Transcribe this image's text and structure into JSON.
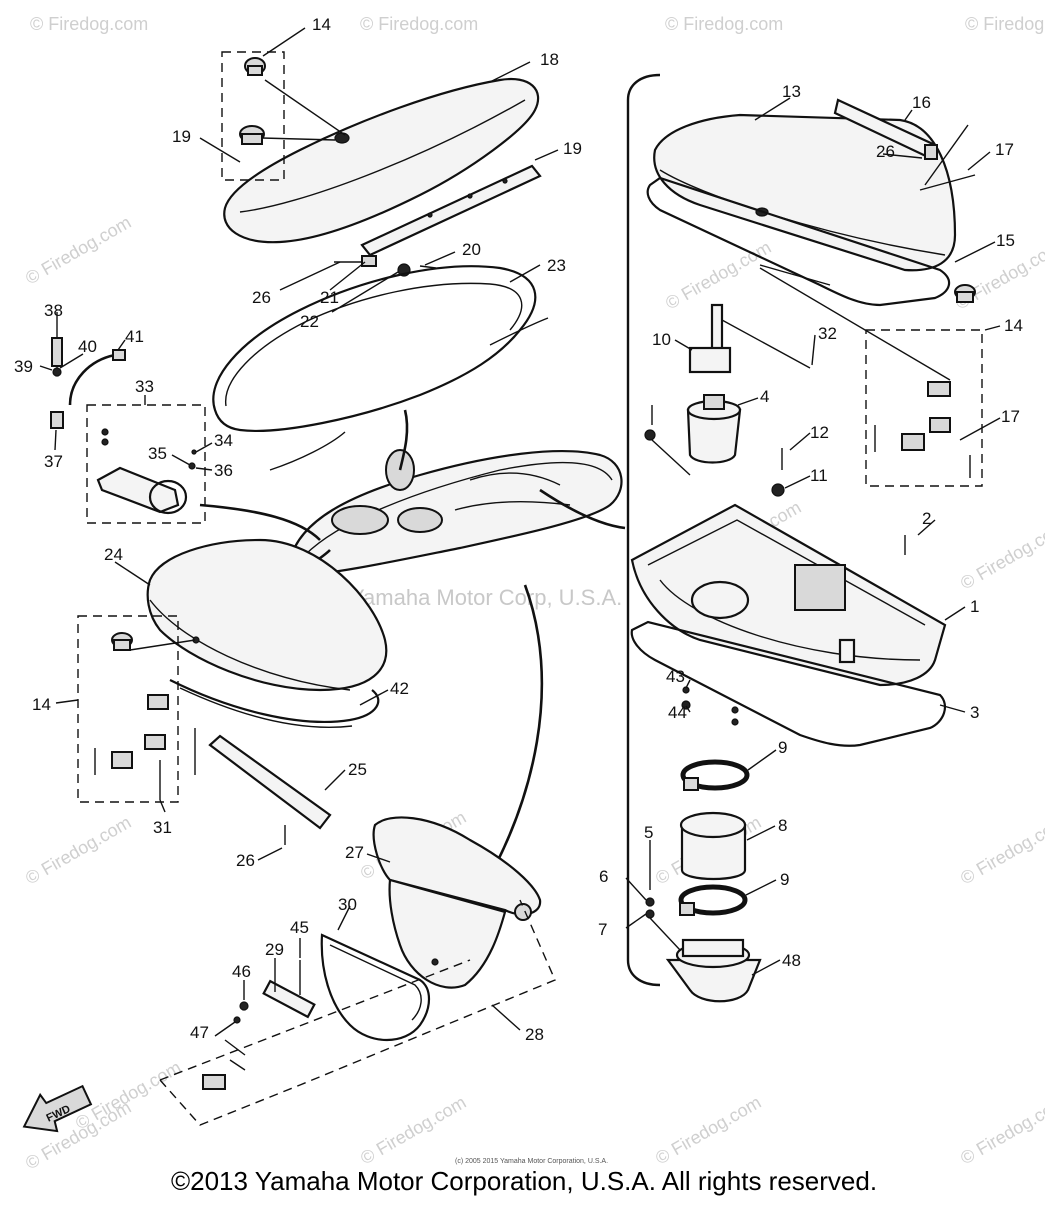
{
  "diagram": {
    "callouts": [
      "14",
      "18",
      "19",
      "19",
      "20",
      "26",
      "21",
      "22",
      "23",
      "38",
      "40",
      "41",
      "39",
      "37",
      "33",
      "34",
      "35",
      "36",
      "24",
      "14",
      "42",
      "25",
      "31",
      "26",
      "27",
      "30",
      "45",
      "29",
      "46",
      "47",
      "28",
      "13",
      "16",
      "26",
      "17",
      "15",
      "14",
      "10",
      "32",
      "4",
      "12",
      "11",
      "17",
      "2",
      "1",
      "43",
      "44",
      "3",
      "9",
      "8",
      "5",
      "6",
      "7",
      "9",
      "48"
    ],
    "center_watermark": "Yamaha Motor Corp, U.S.A.",
    "watermarks": [
      "© Firedog.com",
      "© Firedog.com",
      "© Firedog.com",
      "© Firedog.com",
      "© Firedog.com",
      "© Firedog.com",
      "© Firedog.com",
      "© Firedog.com",
      "© Firedog.com",
      "© Firedog.com",
      "© Firedog.com",
      "© Firedog.com",
      "© Firedog.com",
      "© Firedog.com",
      "© Firedog.com",
      "© Firedog.com",
      "© Firedog.com",
      "© Firedog.com"
    ],
    "fwd_label": "FWD",
    "small_notice": "(c) 2005 2015 Yamaha Motor Corporation, U.S.A.",
    "copyright": "©2013 Yamaha Motor Corporation, U.S.A. All rights reserved."
  }
}
